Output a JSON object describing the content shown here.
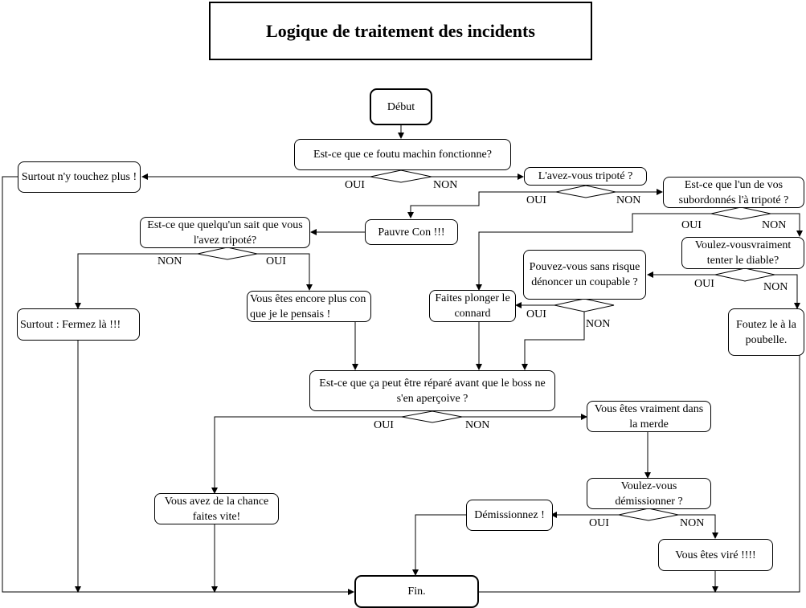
{
  "title": "Logique de traitement des incidents",
  "nodes": {
    "start": "Début",
    "works": "Est-ce que ce foutu machin fonctionne?",
    "dont_touch": "Surtout n'y touchez plus !",
    "tampered": "L'avez-vous tripoté ?",
    "subordinate": "Est-ce que l'un de vos subordonnés l'à tripoté ?",
    "poor_fool": "Pauvre Con !!!",
    "someone_knows": "Est-ce que quelqu'un sait que vous l'avez tripoté?",
    "shut_up": "Surtout : Fermez là !!!",
    "dumber": "Vous êtes encore plus con que je le pensais !",
    "tempt_devil": "Voulez-vousvraiment tenter le diable?",
    "denounce": "Pouvez-vous sans risque dénoncer un coupable ?",
    "blame": "Faites plonger le connard",
    "trash": "Foutez le à la poubelle.",
    "repairable": "Est-ce que ça peut être réparé avant que le boss  ne s'en aperçoive ?",
    "in_trouble": "Vous êtes vraiment dans la merde",
    "lucky": "Vous avez de la chance faites vite!",
    "resign_q": "Voulez-vous démissionner ?",
    "resign": "Démissionnez !",
    "fired": "Vous êtes viré !!!!",
    "end": "Fin."
  },
  "labels": {
    "yes": "OUI",
    "no": "NON"
  }
}
